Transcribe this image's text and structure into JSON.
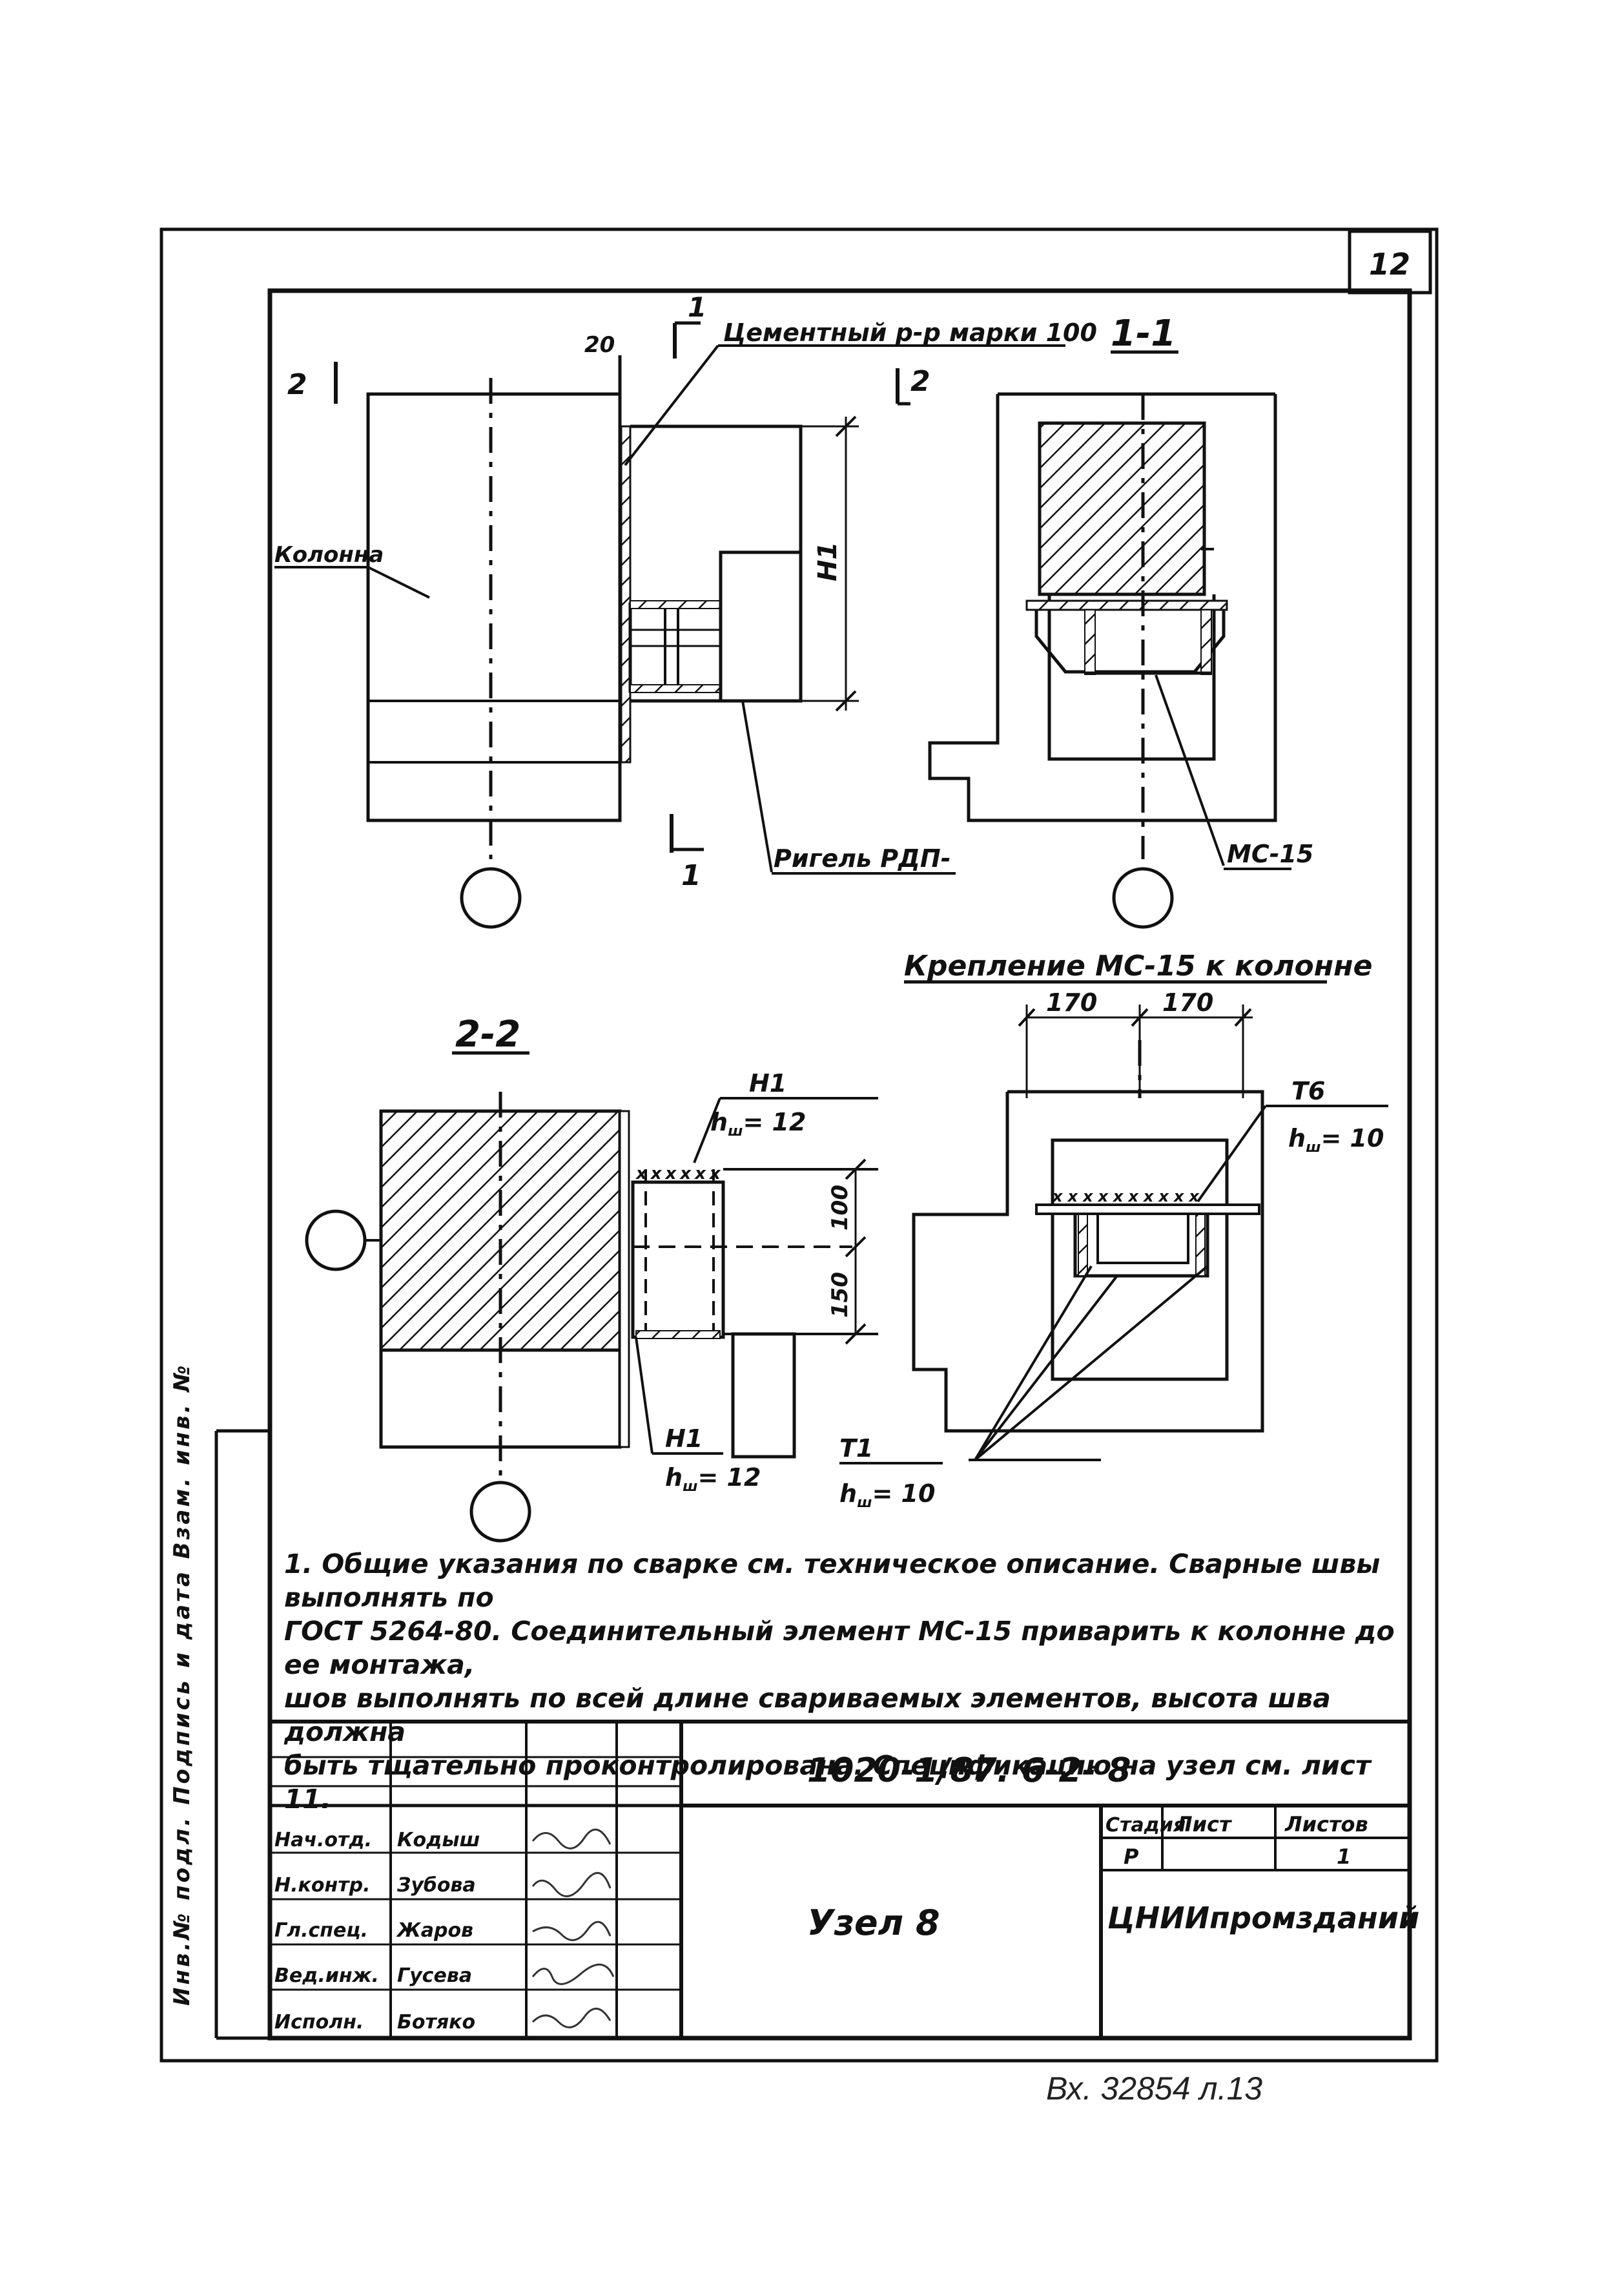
{
  "sheet": {
    "number": "12"
  },
  "view_main": {
    "section_1_mark": "1",
    "section_2_mark_left": "2",
    "section_2_mark_right": "2",
    "section_1_mark_bottom": "1",
    "gap_dim": "20",
    "mortar_label": "Цементный р-р марки 100",
    "column_label": "Колонна",
    "height_dim": "H1",
    "beam_label": "Ригель РДП-"
  },
  "view_1_1": {
    "title": "1-1",
    "element_label": "МС-15"
  },
  "view_attach": {
    "title": "Крепление МС-15 к колонне",
    "dim_left": "170",
    "dim_right": "170",
    "weld_top_name": "Т6",
    "weld_top_h": "h",
    "weld_top_sub": "ш",
    "weld_top_val": "= 10",
    "weld_bottom_name": "Т1",
    "weld_bottom_h": "h",
    "weld_bottom_sub": "ш",
    "weld_bottom_val": "= 10"
  },
  "view_2_2": {
    "title": "2-2",
    "weld_top_name": "Н1",
    "weld_top_h": "h",
    "weld_top_sub": "ш",
    "weld_top_val": "= 12",
    "weld_bottom_name": "Н1",
    "weld_bottom_h": "h",
    "weld_bottom_sub": "ш",
    "weld_bottom_val": "= 12",
    "dim_upper": "100",
    "dim_lower": "150"
  },
  "notes": {
    "line1": "1. Общие указания по сварке см. техническое описание. Сварные швы выполнять по",
    "line2": "ГОСТ 5264-80. Соединительный элемент МС-15 приварить к колонне до ее монтажа,",
    "line3": "шов выполнять по всей длине свариваемых элементов, высота шва должна",
    "line4": "быть тщательно проконтролирована. Спецификацию на узел см. лист 11."
  },
  "title_block": {
    "doc_code": "1020-1/87. 6-2- 8",
    "node_name": "Узел 8",
    "roles": [
      "Нач.отд.",
      "Н.контр.",
      "Гл.спец.",
      "Вед.инж.",
      "Исполн."
    ],
    "names": [
      "Кодыш",
      "Зубова",
      "Жаров",
      "Гусева",
      "Ботяко"
    ],
    "stage_label": "Стадия",
    "sheet_label": "Лист",
    "sheets_label": "Листов",
    "stage_value": "Р",
    "sheets_value": "1",
    "org": "ЦНИИпромзданий"
  },
  "side_stamp": "Инв.№ подл.   Подпись и дата   Взам. инв. №",
  "footer": {
    "archive_ref": "Вх. 32854 л.13"
  }
}
